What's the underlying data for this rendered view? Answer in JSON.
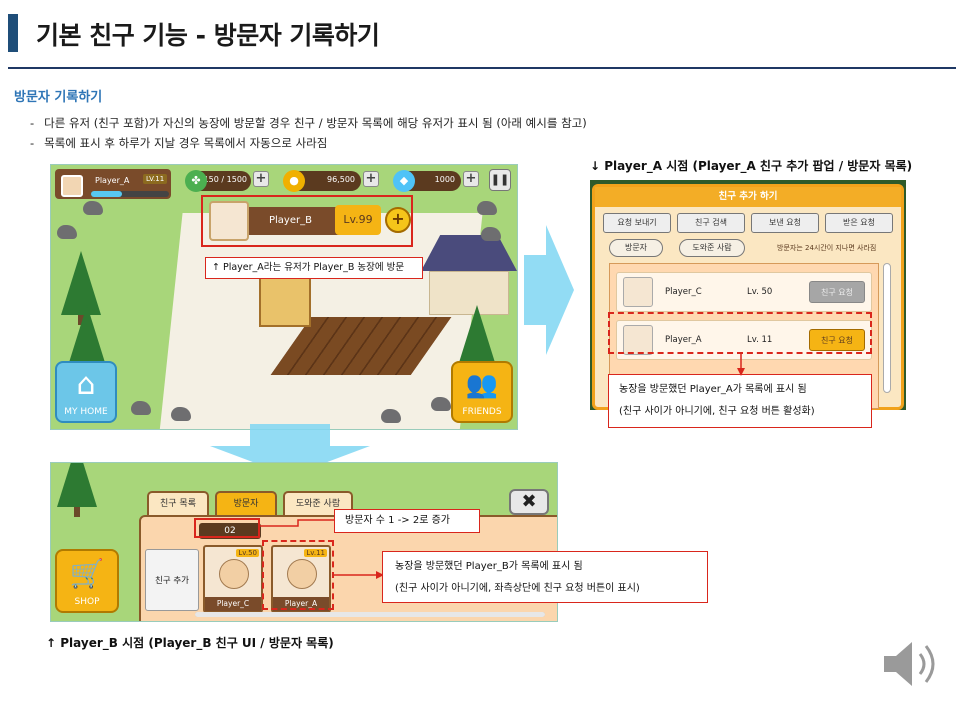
{
  "header": {
    "title": "기본 친구 기능 - 방문자 기록하기",
    "section_title": "방문자 기록하기"
  },
  "bullets": [
    "다른 유저 (친구 포함)가 자신의 농장에 방문할 경우 친구 / 방문자 목록에 해당 유저가 표시 됨 (아래 예시를 참고)",
    "목록에 표시 후 하루가 지날 경우 목록에서 자동으로 사라짐"
  ],
  "screen1": {
    "player_name": "Player_A",
    "player_level": "LV.11",
    "clover": "1150 / 1500",
    "coin": "96,500",
    "gem": "1000",
    "visited_name": "Player_B",
    "visited_level": "Lv.99",
    "callout": "↑ Player_A라는 유저가 Player_B 농장에 방문",
    "home_label": "MY HOME",
    "friends_label": "FRIENDS"
  },
  "screen2": {
    "caption": "↓ Player_A 시점 (Player_A 친구 추가 팝업 / 방문자 목록)",
    "popup_title": "친구 추가 하기",
    "tabs": [
      "요청 보내기",
      "친구 검색",
      "보낸 요청",
      "받은 요청"
    ],
    "subtabs": [
      "방문자",
      "도와준 사람"
    ],
    "note": "방문자는 24시간이 지나면 사라짐",
    "rows": [
      {
        "name": "Player_C",
        "level": "Lv. 50",
        "button": "친구 요청"
      },
      {
        "name": "Player_A",
        "level": "Lv. 11",
        "button": "친구 요청"
      }
    ],
    "callout_line1": "농장을 방문했던 Player_A가 목록에 표시 됨",
    "callout_line2": "(친구 사이가 아니기에, 친구 요청 버튼 활성화)"
  },
  "screen3": {
    "caption": "↑ Player_B 시점 (Player_B 친구 UI / 방문자 목록)",
    "tabs": [
      "친구 목록",
      "방문자",
      "도와준 사람"
    ],
    "close_label": "✖",
    "count": "02",
    "add_label": "친구 추가",
    "cards": [
      {
        "name": "Player_C",
        "level": "Lv.50"
      },
      {
        "name": "Player_A",
        "level": "Lv.11"
      }
    ],
    "shop_label": "SHOP",
    "callout_count": "방문자 수 1 -> 2로 증가",
    "callout_line1": "농장을 방문했던 Player_B가 목록에 표시 됨",
    "callout_line2": "(친구 사이가 아니기에, 좌측상단에 친구 요청 버튼이 표시)"
  },
  "colors": {
    "title_accent": "#1f4e79",
    "section": "#2e75b6",
    "callout_border": "#d9261c",
    "game_orange": "#f5b414",
    "game_brown": "#7a4b2a"
  }
}
